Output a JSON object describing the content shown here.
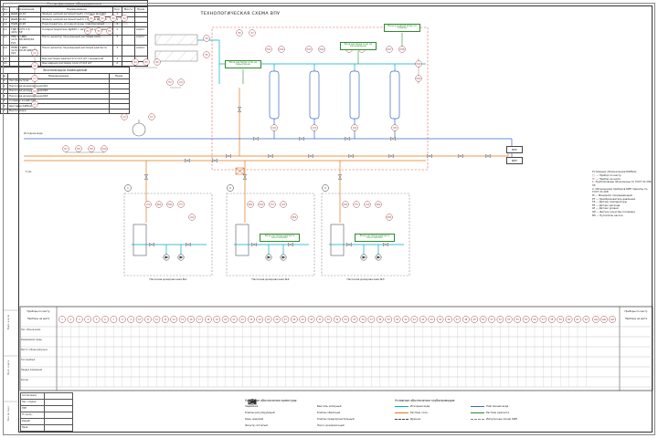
{
  "sheet": {
    "title": "ТЕХНОЛОГИЧЕСКАЯ СХЕМА ВПУ"
  },
  "spec_table": {
    "title": "Спецификация оборудования",
    "headers": [
      "Поз.",
      "Обозначение",
      "Наименование",
      "Кол.",
      "Масса",
      "Прим."
    ],
    "rows": [
      [
        "1-1",
        "ДШВ-10-10",
        "Фильтр натрий-катионитный I ступени Ду1000",
        "2",
        "",
        ""
      ],
      [
        "1-2",
        "ДШВ-10-10",
        "Фильтр натрий-катионитный II ступени Ду1000",
        "1",
        "",
        ""
      ],
      [
        "2-1",
        "ПШВ-10-90",
        "Подогреватель исходной воды пластинчатый",
        "2",
        "",
        ""
      ],
      [
        "3-1",
        "ГДБ 3 ОГУ 2,5-40/0,75Р",
        "Солерастворитель Ду600 с загрузкой кварцевой",
        "1",
        "",
        "компл."
      ],
      [
        "4-1",
        "ПВК 6 ГДВА 12,5/100-4000/16-У2Х",
        "Насос-дозатор плунжерный раствора соли",
        "3",
        "",
        "компл."
      ],
      [
        "4-2",
        "ПМВ-4 ГДВА 12,5/100-М-4000/16-У2Х",
        "Насос-дозатор плунжерный раствора реагента",
        "3",
        "",
        "компл."
      ],
      [
        "5-1",
        "",
        "Бак раствора реагента V=1,0 м3 с мешалкой",
        "3",
        "",
        ""
      ],
      [
        "6-1",
        "",
        "Бак-мерник раствора соли V=0,5 м3",
        "2",
        "",
        ""
      ]
    ]
  },
  "rooms_table": {
    "title": "Экспликация помещений",
    "headers": [
      "№",
      "Наименование",
      "Прим."
    ],
    "rows": [
      [
        "1",
        "Зал фильтров",
        ""
      ],
      [
        "2",
        "Насосная дозировочная №1",
        ""
      ],
      [
        "3",
        "Насосная дозировочная №2",
        ""
      ],
      [
        "4",
        "Насосная дозировочная №3",
        ""
      ],
      [
        "5",
        "Солевое хозяйство",
        ""
      ],
      [
        "6",
        "Щитовая КИПиА",
        ""
      ],
      [
        "7",
        "Венткамера",
        ""
      ]
    ]
  },
  "kip_notes": {
    "title": "Условные обозначения КИПиА:",
    "symbol_items": [
      {
        "symbol": "circle",
        "text": "— Прибор по месту"
      },
      {
        "symbol": "circle-line",
        "text": "— Прибор на щите"
      }
    ],
    "lines": [
      "1. Трубопроводы обозначены по ГОСТ 21.206-93",
      "2. Обозначения приборов КИП приняты по ГОСТ 21.208",
      "PI — Манометр показывающий",
      "PT — Преобразователь давления",
      "TE — Датчик температуры",
      "FE — Датчик расхода",
      "LE — Датчик уровня",
      "QE — Датчик качества (солемер)",
      "NS — Пускатель насоса"
    ]
  },
  "strip": {
    "left_label_top": "Приборы по месту",
    "left_label_bottom": "Приборы на щите",
    "right_label_top": "Приборы по месту",
    "right_label_bottom": "Приборы на щите",
    "rows": [
      "Поз. обозначение",
      "Измеряемая среда",
      "Место отбора импульса",
      "Тип прибора",
      "Предел измерений",
      "Кол-во"
    ],
    "tags": [
      "1",
      "2",
      "3",
      "4",
      "5",
      "6",
      "7",
      "8",
      "9",
      "10",
      "11",
      "12",
      "13",
      "14",
      "15",
      "16",
      "17",
      "18",
      "19",
      "20",
      "21",
      "22",
      "23",
      "24",
      "25",
      "26",
      "27",
      "28",
      "29",
      "30",
      "31",
      "32",
      "33",
      "34",
      "35",
      "36",
      "37",
      "38",
      "39",
      "40",
      "41",
      "42",
      "43",
      "44",
      "45",
      "46",
      "47",
      "48",
      "49",
      "50",
      "51",
      "52",
      "53",
      "54",
      "55",
      "56",
      "57",
      "58",
      "59",
      "60",
      "61",
      "62"
    ],
    "right_tags": [
      "Щ1",
      "Щ2",
      "Щ3"
    ]
  },
  "valve_legend": {
    "title": "Условные обозначения арматуры:",
    "items": [
      {
        "symbol": "gate",
        "label": "Задвижка"
      },
      {
        "symbol": "globe",
        "label": "Вентиль запорный"
      },
      {
        "symbol": "control",
        "label": "Клапан регулирующий"
      },
      {
        "symbol": "check",
        "label": "Клапан обратный"
      },
      {
        "symbol": "ball",
        "label": "Кран шаровой"
      },
      {
        "symbol": "safety",
        "label": "Клапан предохранительный"
      },
      {
        "symbol": "strainer",
        "label": "Фильтр сетчатый"
      },
      {
        "symbol": "pump",
        "label": "Насос дозировочный"
      }
    ]
  },
  "pipe_legend": {
    "title": "Условные обозначения трубопроводов:",
    "items": [
      {
        "color": "#00aebe",
        "dash": false,
        "label": "Исходная вода"
      },
      {
        "color": "#3a6bc4",
        "dash": false,
        "label": "Умягчённая вода"
      },
      {
        "color": "#e07818",
        "dash": false,
        "label": "Раствор соли"
      },
      {
        "color": "#2e8b2e",
        "dash": false,
        "label": "Раствор реагента"
      },
      {
        "color": "#444444",
        "dash": true,
        "label": "Дренаж"
      },
      {
        "color": "#888888",
        "dash": true,
        "label": "Импульсные линии КИП"
      }
    ]
  },
  "schematic": {
    "green_boxes": [
      "Вход раствора соли на взрыхление",
      "Вход раствора соли на регенерацию",
      "Вход исходной воды на отмывку",
      "Вход раствора реагента насосной №2",
      "Вход раствора реагента насосной №3"
    ],
    "room_labels": [
      "Насосная дозировочная №1",
      "Насосная дозировочная №2",
      "Насосная дозировочная №3"
    ],
    "callouts": [
      "1",
      "2",
      "3"
    ],
    "right_boxes": [
      "БРУ",
      "ДРУ"
    ],
    "notes": [
      "Исходная вода",
      "5 мм"
    ],
    "bubbles": [
      "PI1",
      "TI1",
      "PI2",
      "TI2",
      "PI3",
      "TI3",
      "FI1",
      "LI1",
      "LI2",
      "LI3",
      "LI4",
      "LI5",
      "TI4",
      "TI5",
      "PI4",
      "PI5",
      "PI6",
      "FI2",
      "QI1",
      "LI6",
      "LI7",
      "PI7",
      "PI8",
      "PI9",
      "PI10",
      "PI11",
      "PI12",
      "PI13",
      "PI14",
      "PI15",
      "PI16",
      "PI17",
      "PI18",
      "QI2",
      "QI3",
      "QI4",
      "QI5",
      "PI19",
      "PI20",
      "TI6",
      "TI7",
      "LS1",
      "NS1",
      "PI21",
      "FI3",
      "LS2",
      "NS2",
      "PI22",
      "FI4",
      "LS3",
      "NS3",
      "PI23",
      "FI5",
      "LS4",
      "NS4",
      "PI24"
    ]
  },
  "frame": {
    "side_labels": [
      "Инв. № подл.",
      "Подп. и дата",
      "Взам. инв. №"
    ],
    "stamp_rows": [
      "Согласовано",
      "Нач. отдела",
      "ГИП",
      "Н. контр.",
      "Разраб.",
      "Пров."
    ]
  }
}
